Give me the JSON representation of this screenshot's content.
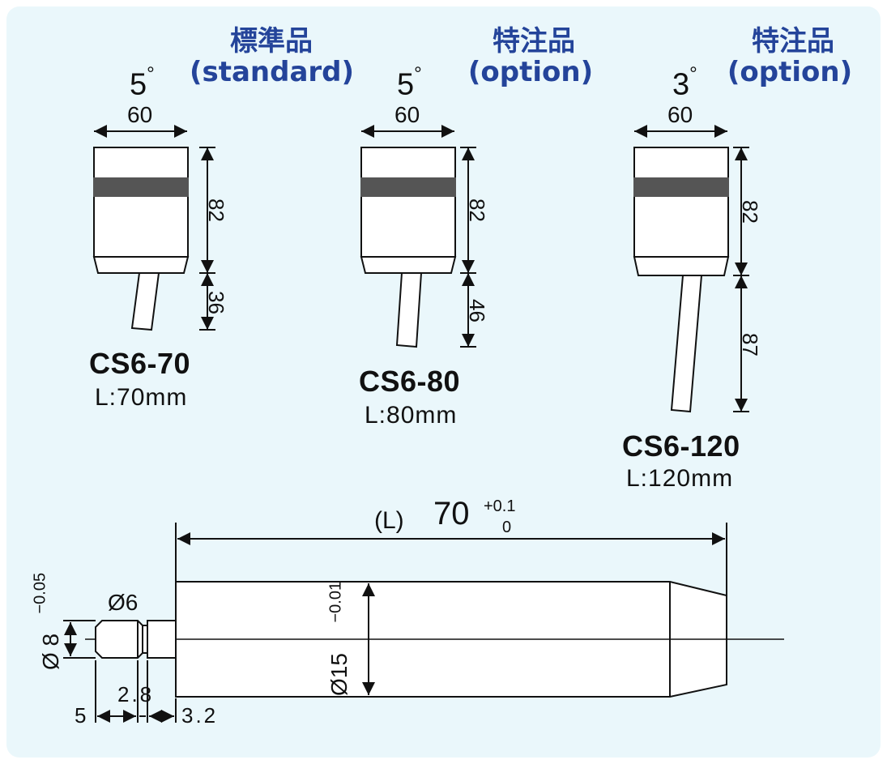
{
  "variants": [
    {
      "label_jp": "標準品",
      "label_en": "(standard)",
      "angle": "5",
      "angle_unit": "°",
      "width": "60",
      "body_height": "82",
      "stem_length": "36",
      "model": "CS6-70",
      "length": "L:70mm"
    },
    {
      "label_jp": "特注品",
      "label_en": "(option)",
      "angle": "5",
      "angle_unit": "°",
      "width": "60",
      "body_height": "82",
      "stem_length": "46",
      "model": "CS6-80",
      "length": "L:80mm"
    },
    {
      "label_jp": "特注品",
      "label_en": "(option)",
      "angle": "3",
      "angle_unit": "°",
      "width": "60",
      "body_height": "82",
      "stem_length": "87",
      "model": "CS6-120",
      "length": "L:120mm"
    }
  ],
  "side_view": {
    "length_label": "(L)",
    "length_value": "70",
    "tol_upper": "+0.1",
    "tol_lower": "0",
    "body_dia": "Ø15",
    "body_dia_tol": "−0.01",
    "shaft_dia": "Ø 8",
    "shaft_dia_tol": "−0.05",
    "tip_dia": "Ø6",
    "dim_5": "5",
    "dim_2_8": "2.8",
    "dim_3_2": "3.2"
  },
  "colors": {
    "header_text": "#24449a",
    "panel_bg": "#eaf7fb",
    "band": "#555555",
    "line": "#111111"
  }
}
